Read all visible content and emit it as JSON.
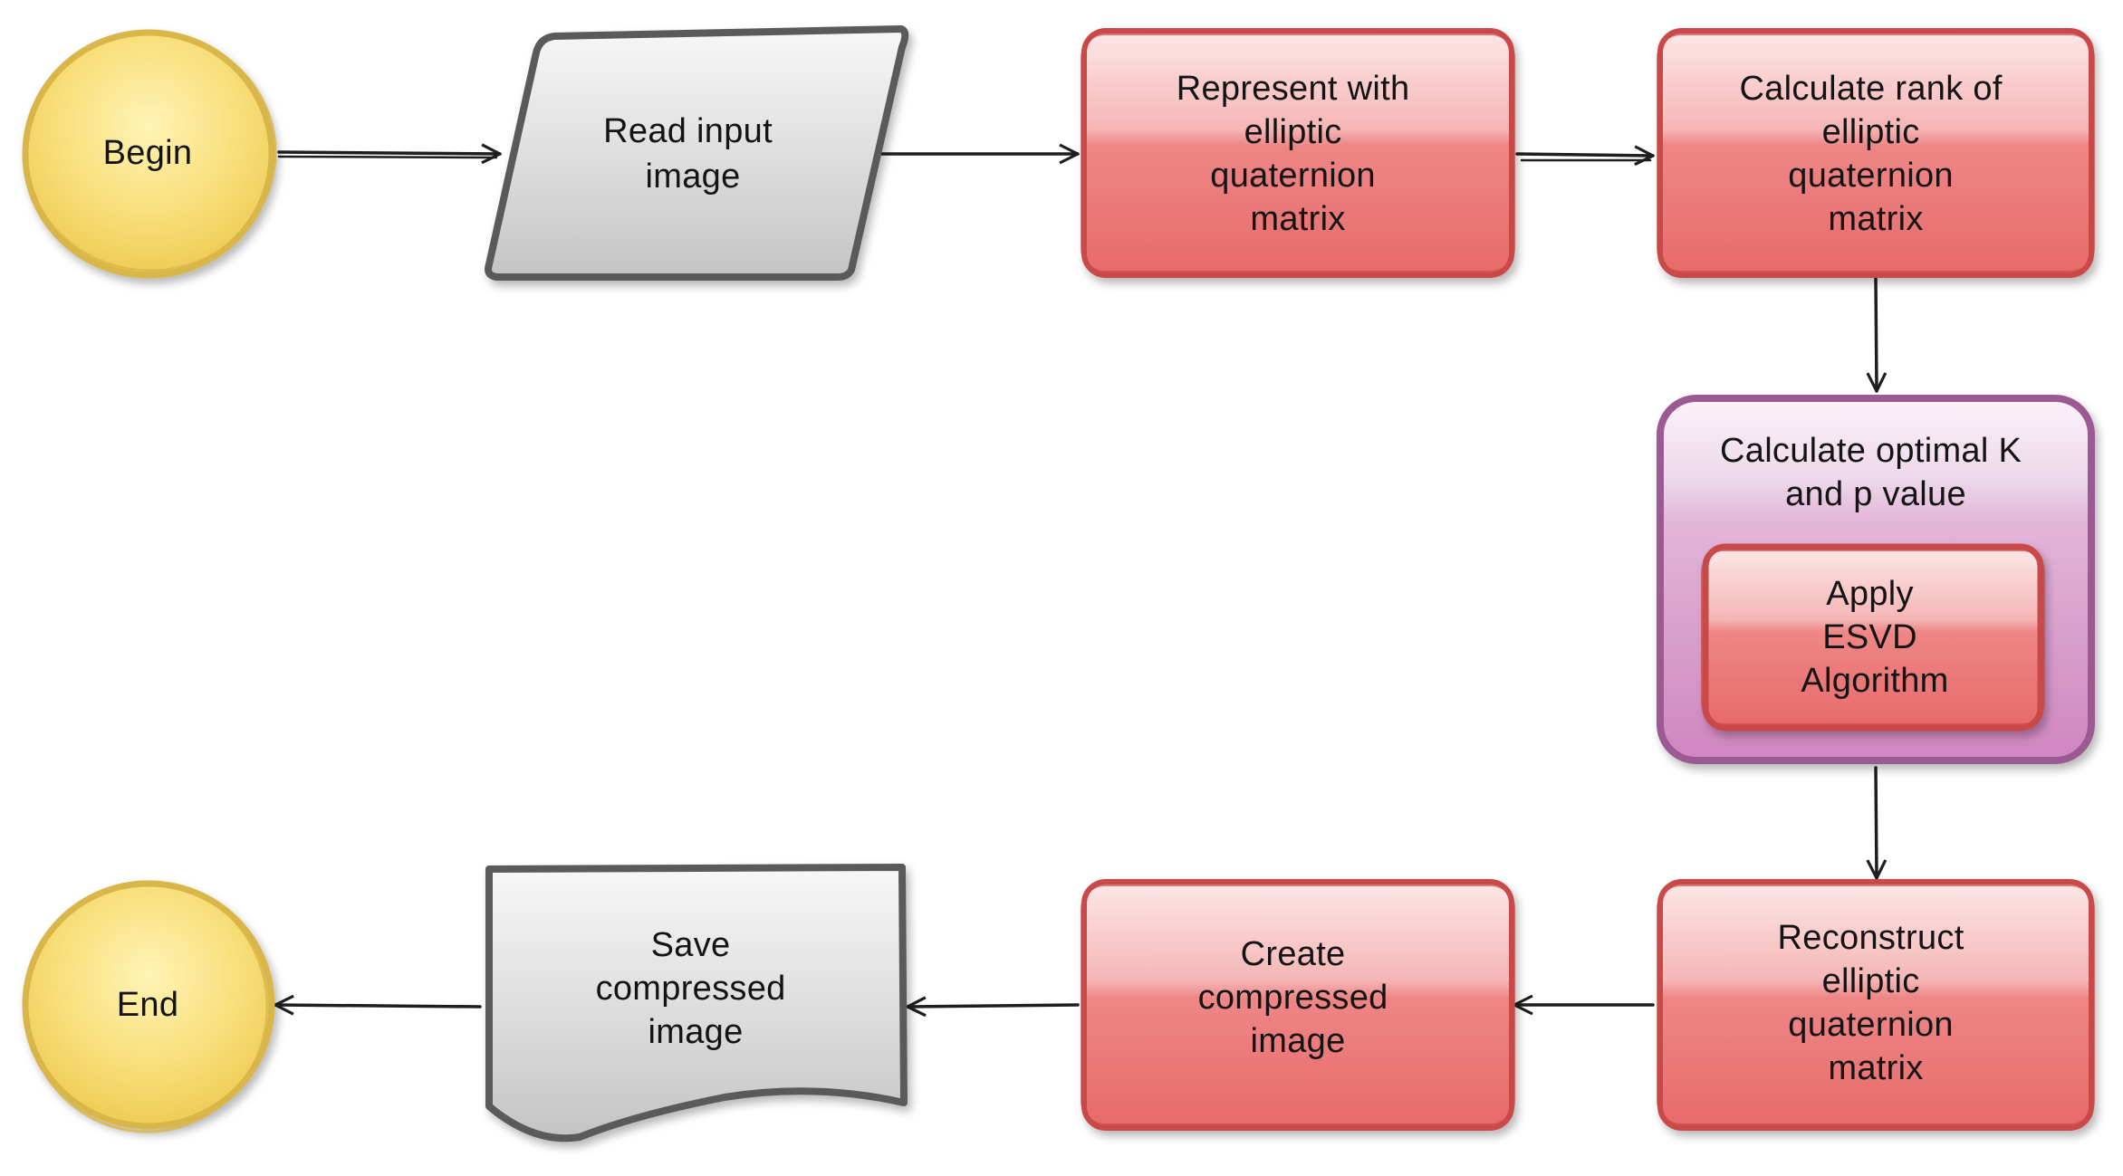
{
  "diagram": {
    "type": "flowchart",
    "nodes": {
      "begin": {
        "shape": "circle",
        "lines": [
          "Begin"
        ]
      },
      "read_input": {
        "shape": "parallelogram",
        "lines": [
          "Read input",
          "image"
        ]
      },
      "represent": {
        "shape": "rounded-rect",
        "lines": [
          "Represent with",
          "elliptic",
          "quaternion",
          "matrix"
        ]
      },
      "calc_rank": {
        "shape": "rounded-rect",
        "lines": [
          "Calculate rank of",
          "elliptic",
          "quaternion",
          "matrix"
        ]
      },
      "calc_optimal": {
        "shape": "container",
        "lines": [
          "Calculate optimal K",
          "and p value"
        ]
      },
      "apply_esvd": {
        "shape": "rounded-rect",
        "lines": [
          "Apply",
          "ESVD",
          "Algorithm"
        ]
      },
      "reconstruct": {
        "shape": "rounded-rect",
        "lines": [
          "Reconstruct",
          "elliptic",
          "quaternion",
          "matrix"
        ]
      },
      "create_compressed": {
        "shape": "rounded-rect",
        "lines": [
          "Create",
          "compressed",
          "image"
        ]
      },
      "save_compressed": {
        "shape": "document",
        "lines": [
          "Save",
          "compressed",
          "image"
        ]
      },
      "end": {
        "shape": "circle",
        "lines": [
          "End"
        ]
      }
    },
    "edges": [
      {
        "from": "begin",
        "to": "read_input"
      },
      {
        "from": "read_input",
        "to": "represent"
      },
      {
        "from": "represent",
        "to": "calc_rank"
      },
      {
        "from": "calc_rank",
        "to": "calc_optimal"
      },
      {
        "from": "calc_optimal",
        "to": "reconstruct"
      },
      {
        "from": "reconstruct",
        "to": "create_compressed"
      },
      {
        "from": "create_compressed",
        "to": "save_compressed"
      },
      {
        "from": "save_compressed",
        "to": "end"
      }
    ],
    "colors": {
      "terminal_fill": "#f6d865",
      "terminal_stroke": "#d9b64a",
      "io_fill": "#d6d6d6",
      "io_stroke": "#5a5a5a",
      "process_fill": "#ea6f6f",
      "process_stroke": "#c94a4a",
      "container_fill": "#d491c4",
      "container_stroke": "#9c5a92",
      "text": "#141414",
      "edge": "#1e1e1e"
    }
  }
}
